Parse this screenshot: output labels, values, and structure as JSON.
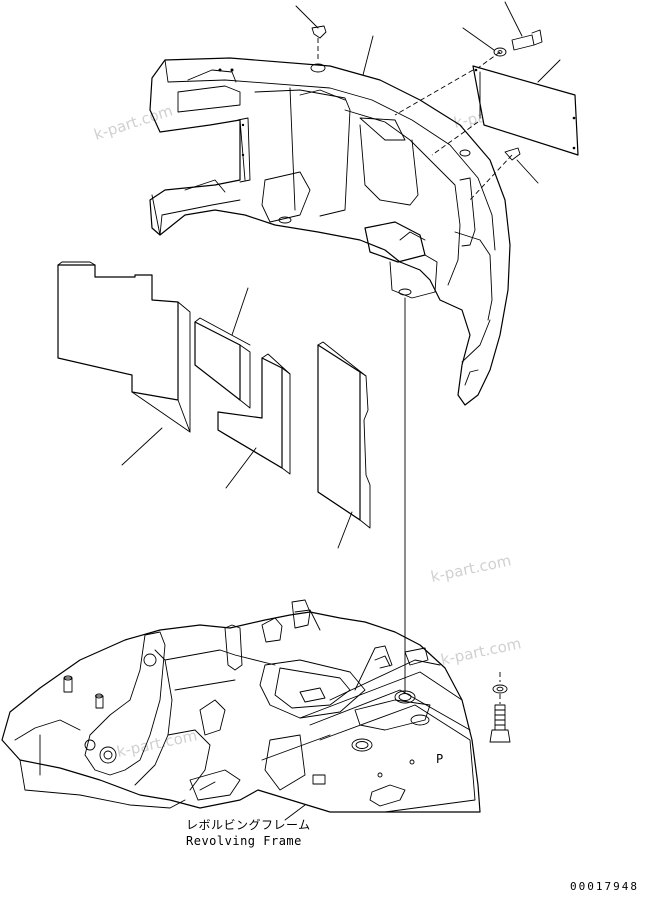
{
  "watermarks": [
    "k-part.com",
    "k-part.com",
    "k-part.com",
    "k-part.com",
    "k-part.com"
  ],
  "frame_label": {
    "japanese": "レボルビングフレーム",
    "english": "Revolving Frame"
  },
  "frame_marking": "P",
  "drawing_number": "00017948"
}
